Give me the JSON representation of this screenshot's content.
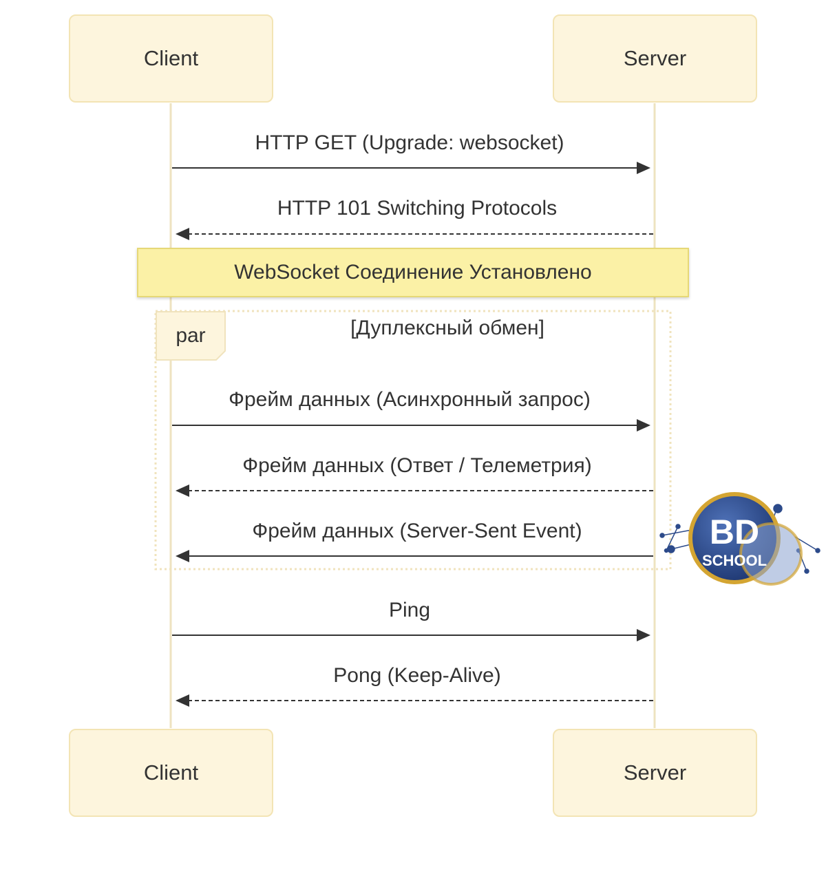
{
  "diagram": {
    "actors": {
      "client_top": "Client",
      "server_top": "Server",
      "client_bottom": "Client",
      "server_bottom": "Server"
    },
    "messages": {
      "m1": "HTTP GET (Upgrade: websocket)",
      "m2": "HTTP 101 Switching Protocols",
      "m3": "Фрейм данных (Асинхронный запрос)",
      "m4": "Фрейм данных (Ответ / Телеметрия)",
      "m5": "Фрейм данных (Server-Sent Event)",
      "m6": "Ping",
      "m7": "Pong (Keep-Alive)"
    },
    "note": "WebSocket Соединение Установлено",
    "par_block": {
      "tag": "par",
      "condition": "[Дуплексный обмен]"
    }
  },
  "logo": {
    "line1": "BD",
    "line2": "SCHOOL"
  },
  "colors": {
    "actor_fill": "#fdf5dd",
    "actor_border": "#f3e4b4",
    "note_fill": "#fbf1a6",
    "lifeline": "#eee3c0",
    "arrow": "#333333",
    "logo_blue": "#2c4a8a",
    "logo_gold": "#d4a532"
  }
}
